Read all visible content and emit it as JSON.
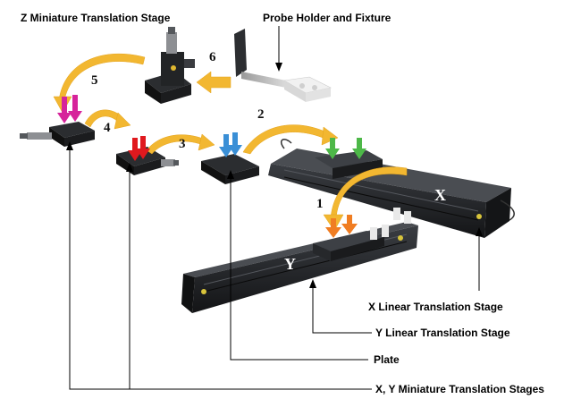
{
  "labels": {
    "z_stage": "Z Miniature Translation Stage",
    "probe": "Probe Holder and Fixture",
    "x_linear": "X Linear Translation Stage",
    "y_linear": "Y Linear Translation Stage",
    "plate": "Plate",
    "xy_mini": "X, Y Miniature Translation Stages"
  },
  "steps": [
    "1",
    "2",
    "3",
    "4",
    "5",
    "6"
  ],
  "stage_letters": {
    "x": "X",
    "y": "Y"
  },
  "colors": {
    "flow_arrow": "#f2b731",
    "marker_magenta": "#d6249b",
    "marker_red": "#e0191e",
    "marker_blue": "#3a8fd6",
    "marker_green": "#4db848",
    "marker_orange": "#f07d22",
    "stage_body": "#1f2124"
  }
}
